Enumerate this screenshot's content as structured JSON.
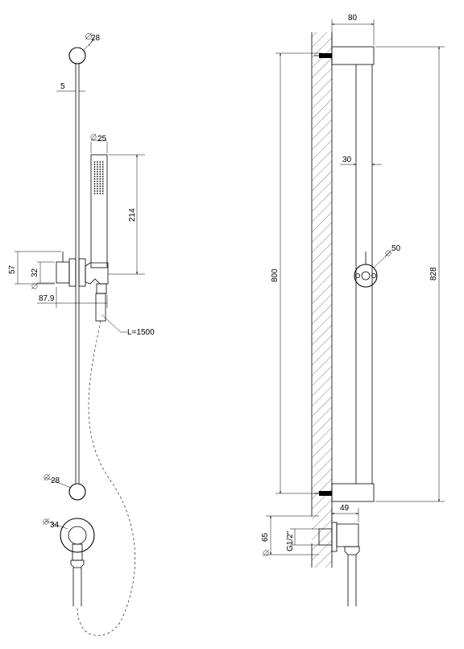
{
  "left_view": {
    "dims": {
      "top_knob_diameter": "28",
      "rail_width": "5",
      "handshower_diameter": "25",
      "handshower_length": "214",
      "holder_height": "57",
      "holder_diameter": "32",
      "holder_offset": "87.9",
      "hose_length": "L=1500",
      "bottom_knob_diameter": "28",
      "wall_outlet_diameter": "34"
    }
  },
  "right_view": {
    "dims": {
      "bracket_depth": "80",
      "bar_depth": "30",
      "handle_diameter": "50",
      "fixing_distance": "800",
      "total_height": "828",
      "outlet_depth": "49",
      "outlet_diameter": "65",
      "thread": "G1/2\""
    }
  }
}
